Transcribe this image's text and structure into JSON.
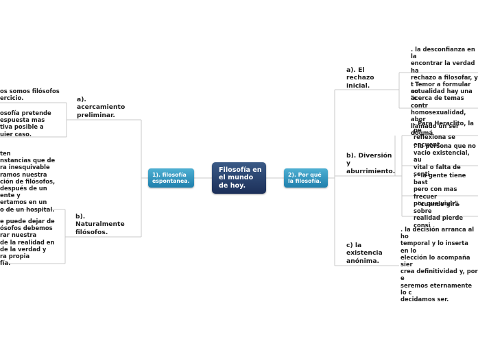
{
  "central": "Filosofía en\nel mundo\nde hoy.",
  "main_left": "1). filosofía\nespontanea.",
  "main_right": "2). Por qué\nla filosofía.",
  "left_branches": {
    "a_label": "a).\nacercamiento\npreliminar.",
    "a_top": "os somos filósofos\nercicio.",
    "a_box": "osofía pretende\nespuesta mas\ntiva posible a\nuier caso.",
    "mid": "ten\nnstancias que de\nra inesquivable\nramos nuestra\nción de filósofos,\n después de un\nente y\nertamos en un\no de un hospital.",
    "b_label": "b).\nNaturalmente\nfilósofos.",
    "b_box": "e puede dejar de\nósofos debemos\nrar nuestra\n de la realidad en\n de la verdad y\nra propia\nfía."
  },
  "right_branches": {
    "a_label": "a). El\nrechazo\ninicial.",
    "a_text1": ". la desconfianza en la\nencontrar la verdad ha\nrechazo a filosofar, y t\nactualidad hay una  \"c",
    "a_text2": ". Temor a formular co\nacerca de temas contr\nhomosexualidad, abor\nllamado un ser dogmá",
    "b_label": "b). Diversión\ny\naburrimiento.",
    "b_text1": ". Para Heraclito, la pe\nreflexiona se encuent",
    "b_text2": ". la persona que no\nvacio existencial, au\nvital o falta de senti",
    "b_text3": ". \"la gente tiene bast\npero con mas frecuer\npor que vivir\".",
    "b_text4": ". \"cuando gira sobre\nrealidad pierde consi",
    "c_label": "c) la\nexistencia\nanónima.",
    "c_text": ". la decisión arranca al ho\ntemporal y lo inserta en lo\nelección lo acompaña sier\ncrea definitividad y, por e\nseremos eternamente lo c\ndecidamos ser."
  },
  "colors": {
    "central": "#233a66",
    "main_node": "#2a8fbf",
    "line": "#c8c8c8"
  }
}
